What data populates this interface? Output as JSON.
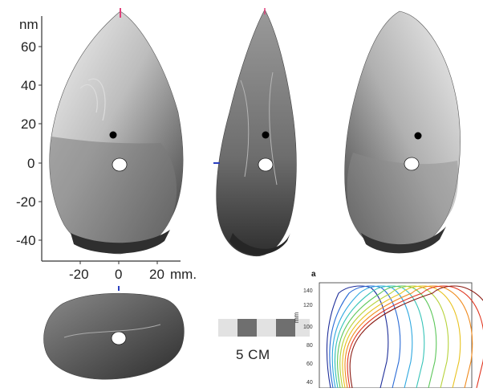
{
  "main_view": {
    "unit_label_top": "nm",
    "y_ticks": [
      "60",
      "40",
      "20",
      "0",
      "-20",
      "-40"
    ],
    "x_ticks": [
      "-20",
      "0",
      "20"
    ],
    "unit_label_x": "mm."
  },
  "scale_bar": {
    "label": "5 CM"
  },
  "profile_panel": {
    "panel_label": "a",
    "y_axis_unit": "mm",
    "y_ticks": [
      "140",
      "120",
      "100",
      "80",
      "60",
      "40"
    ],
    "series_colors": [
      "#1f2f9a",
      "#2a6bd6",
      "#2fa8e0",
      "#37c4b8",
      "#5cc75a",
      "#b7d23a",
      "#e8c21f",
      "#f08a1c",
      "#e0341e",
      "#8a1a12"
    ]
  }
}
